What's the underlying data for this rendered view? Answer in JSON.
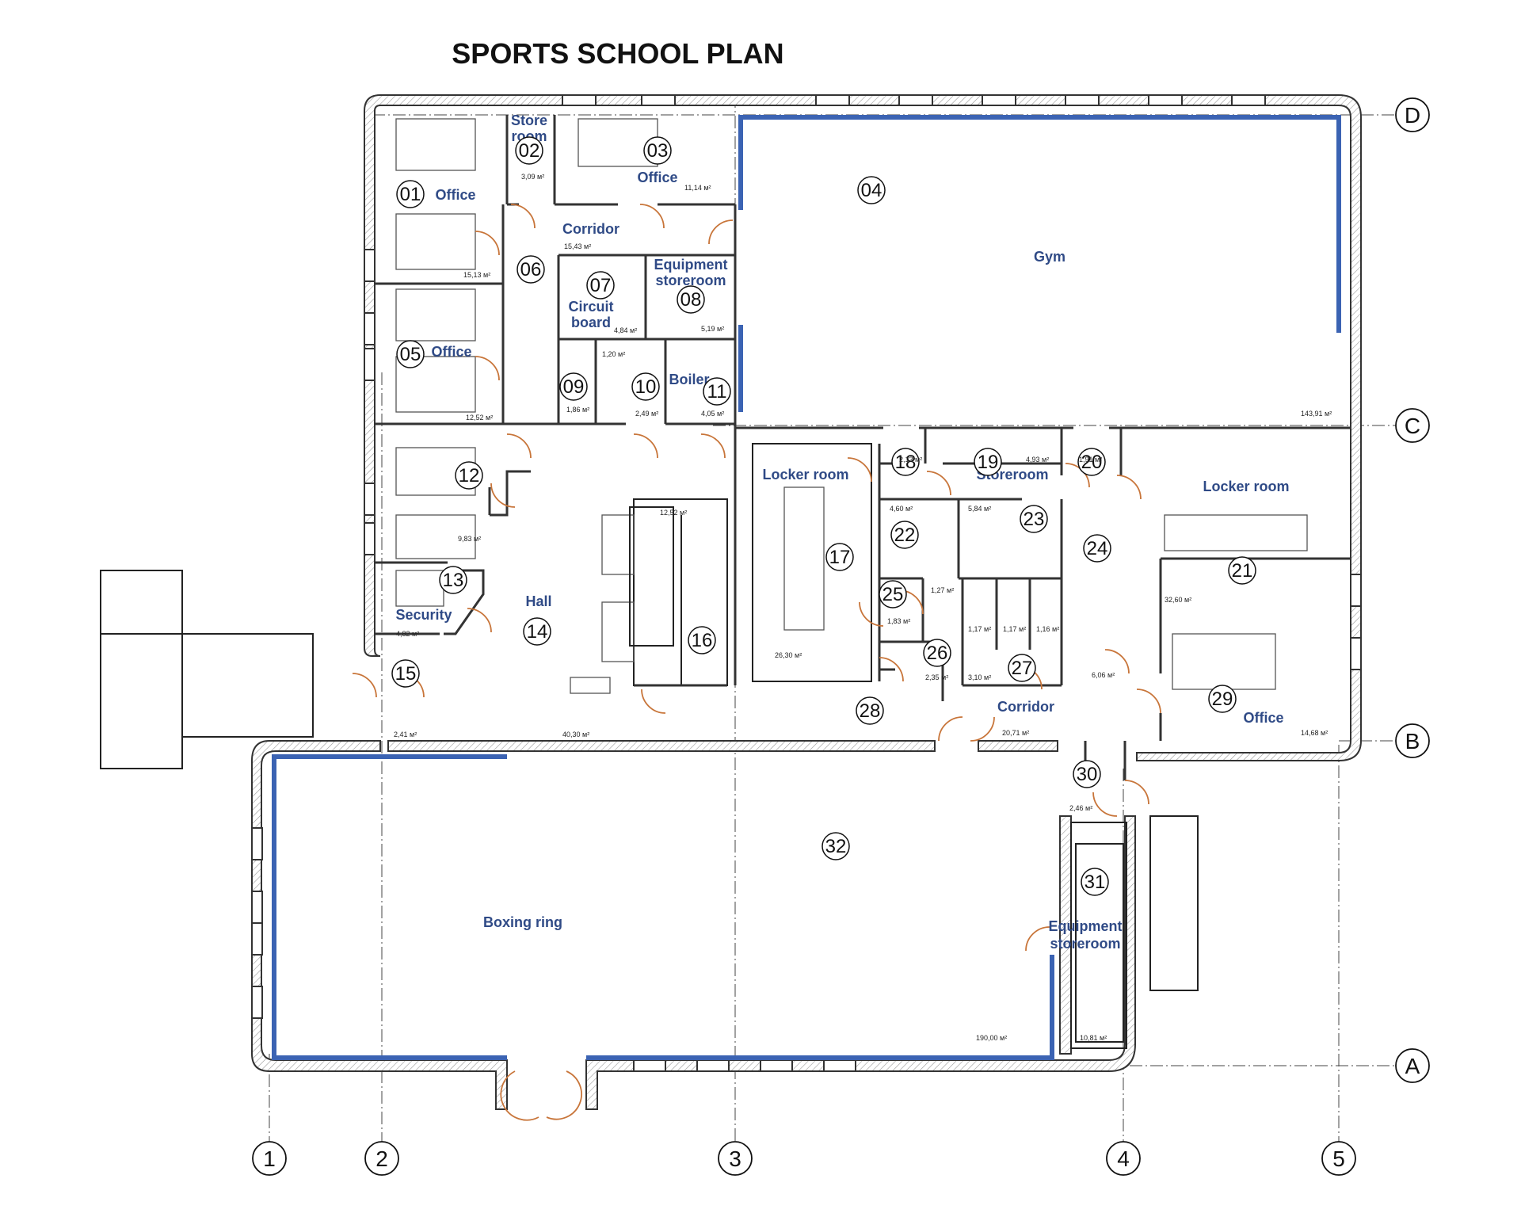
{
  "title": "SPORTS SCHOOL PLAN",
  "axes": {
    "columns": [
      "1",
      "2",
      "3",
      "4",
      "5"
    ],
    "rows": [
      "D",
      "C",
      "B",
      "A"
    ]
  },
  "rooms": [
    {
      "num": "01",
      "name": "Office",
      "area": "15,13 м²"
    },
    {
      "num": "02",
      "name": "Store room",
      "area": "3,09 м²"
    },
    {
      "num": "03",
      "name": "Office",
      "area": "11,14 м²"
    },
    {
      "num": "04",
      "name": "Gym",
      "area": "143,91 м²"
    },
    {
      "num": "05",
      "name": "Office",
      "area": "12,52 м²"
    },
    {
      "num": "06",
      "name": "Corridor",
      "area": "15,43 м²"
    },
    {
      "num": "07",
      "name": "Circuit board",
      "area": "4,84 м²"
    },
    {
      "num": "08",
      "name": "Equipment storeroom",
      "area": "5,19 м²"
    },
    {
      "num": "09",
      "name": "",
      "area": "1,86 м²"
    },
    {
      "num": "10",
      "name": "",
      "area": "2,49 м²"
    },
    {
      "num": "11",
      "name": "Boiler",
      "area": "4,05 м²"
    },
    {
      "num": "12",
      "name": "",
      "area": "9,83 м²"
    },
    {
      "num": "13",
      "name": "Security",
      "area": "4,82 м²"
    },
    {
      "num": "14",
      "name": "Hall",
      "area": "40,30 м²"
    },
    {
      "num": "15",
      "name": "",
      "area": "2,41 м²"
    },
    {
      "num": "16",
      "name": "",
      "area": "12,52 м²"
    },
    {
      "num": "17",
      "name": "Locker room",
      "area": "26,30 м²"
    },
    {
      "num": "18",
      "name": "",
      "area": "2,13 м²"
    },
    {
      "num": "19",
      "name": "Storeroom",
      "area": "4,93 м²"
    },
    {
      "num": "20",
      "name": "",
      "area": "1,91 м²"
    },
    {
      "num": "21",
      "name": "Locker room",
      "area": "32,60 м²"
    },
    {
      "num": "22",
      "name": "",
      "area": "4,60 м²"
    },
    {
      "num": "23",
      "name": "",
      "area": "5,84 м²"
    },
    {
      "num": "24",
      "name": "",
      "area": "6,06 м²"
    },
    {
      "num": "25",
      "name": "",
      "area": "1,83 м²"
    },
    {
      "num": "26",
      "name": "",
      "area": "2,35 м²"
    },
    {
      "num": "27",
      "name": "",
      "area": "3,10 м²"
    },
    {
      "num": "28",
      "name": "Corridor",
      "area": "20,71 м²"
    },
    {
      "num": "29",
      "name": "Office",
      "area": "14,68 м²"
    },
    {
      "num": "30",
      "name": "",
      "area": "2,46 м²"
    },
    {
      "num": "31",
      "name": "Equipment storeroom",
      "area": "10,81 м²"
    },
    {
      "num": "32",
      "name": "Boxing ring",
      "area": "190,00 м²"
    }
  ],
  "small_areas": [
    "1,20 м²",
    "1,27 м²",
    "1,17 м²",
    "1,17 м²",
    "1,16 м²"
  ],
  "labels": {
    "store_line1": "Store",
    "store_line2": "room",
    "equip_line1": "Equipment",
    "equip_line2": "storeroom",
    "circuit_line1": "Circuit",
    "circuit_line2": "board",
    "equip31_line1": "Equipment",
    "equip31_line2": "storeroom"
  }
}
